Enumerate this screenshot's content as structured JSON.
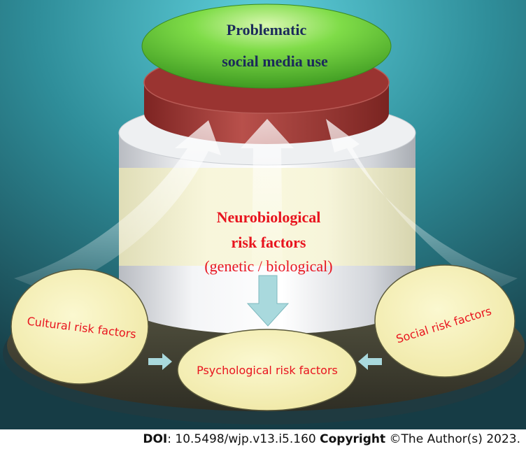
{
  "diagram": {
    "top_label": {
      "line1": "Problematic",
      "line2": "social media use"
    },
    "center_label": {
      "line1": "Neurobiological",
      "line2": "risk factors",
      "line3": "(genetic / biological)"
    },
    "left_oval": "Cultural risk factors",
    "right_oval": "Social risk factors",
    "bottom_oval": "Psychological risk factors"
  },
  "footer": {
    "doi_label": "DOI",
    "doi_value": ": 10.5498/wjp.v13.i5.160 ",
    "copyright_label": "Copyright",
    "copyright_value": " ©The Author(s) 2023."
  },
  "colors": {
    "background_top": "#4ab6c4",
    "background_bottom": "#1e4d57",
    "green_oval": "#6ad43c",
    "red_disc": "#a83a36",
    "cylinder": "#e8eaec",
    "cream_band": "#f4f1cc",
    "oval_fill": "#f7f2b6",
    "label_red": "#e8141e",
    "label_navy": "#1b2a5a",
    "arrow": "#a9d9dd"
  }
}
